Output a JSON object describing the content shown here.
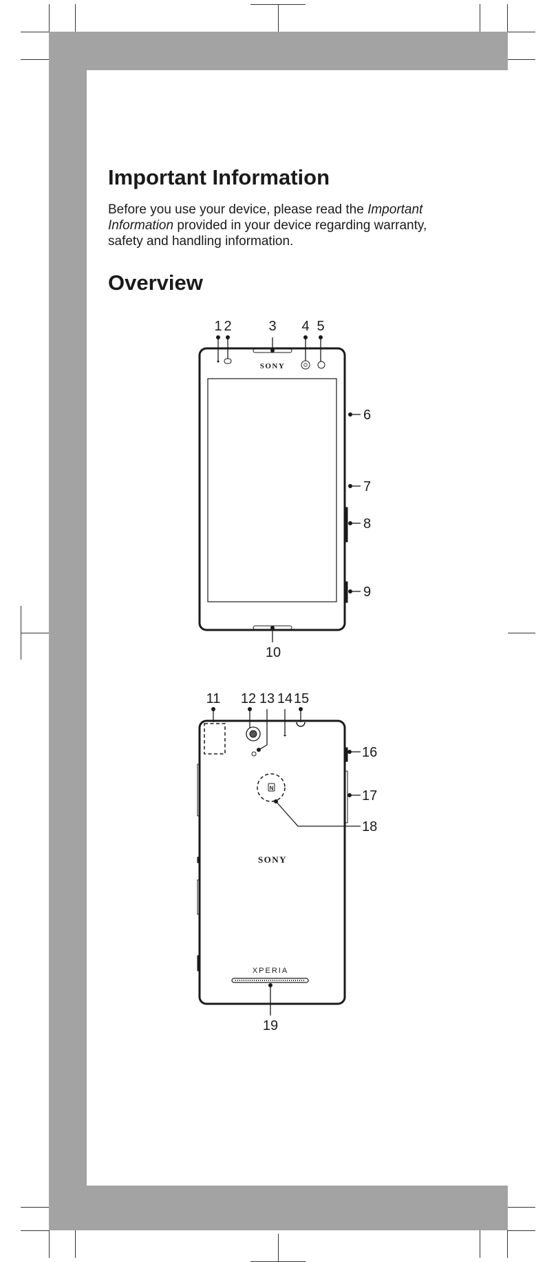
{
  "heading": "Important Information",
  "intro": {
    "part1": "Before you use your device, please read the ",
    "italic1": "Important",
    "italic2": "Information",
    "part2": " provided in your device regarding warranty,",
    "line3": "safety and handling information."
  },
  "overview_heading": "Overview",
  "front": {
    "brand": "SONY",
    "callouts": [
      "1",
      "2",
      "3",
      "4",
      "5",
      "6",
      "7",
      "8",
      "9",
      "10"
    ]
  },
  "back": {
    "brand": "SONY",
    "model": "XPERIA",
    "nfc_mark": "N",
    "callouts": [
      "11",
      "12",
      "13",
      "14",
      "15",
      "16",
      "17",
      "18",
      "19"
    ]
  }
}
